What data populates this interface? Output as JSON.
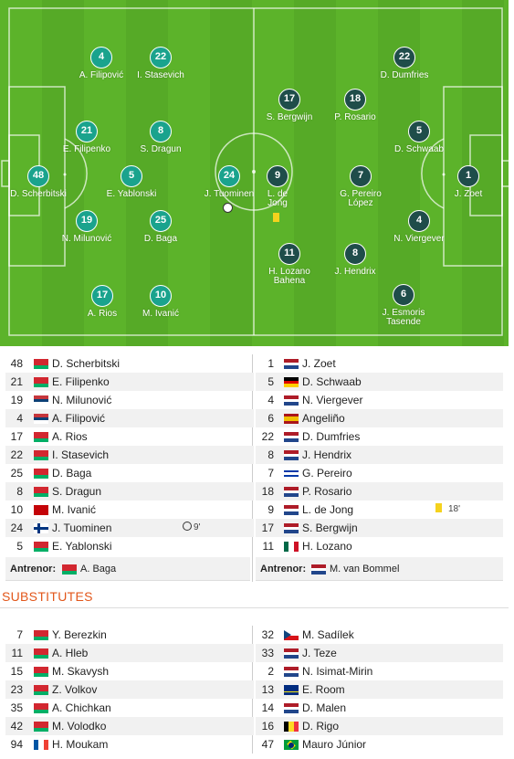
{
  "pitch": {
    "home_players": [
      {
        "number": "48",
        "name": "D. Scherbitski"
      },
      {
        "number": "21",
        "name": "E. Filipenko"
      },
      {
        "number": "19",
        "name": "N. Milunović"
      },
      {
        "number": "4",
        "name": "A. Filipović"
      },
      {
        "number": "5",
        "name": "E. Yablonski"
      },
      {
        "number": "8",
        "name": "S. Dragun"
      },
      {
        "number": "25",
        "name": "D. Baga"
      },
      {
        "number": "22",
        "name": "I. Stasevich"
      },
      {
        "number": "17",
        "name": "A. Rios"
      },
      {
        "number": "10",
        "name": "M. Ivanić"
      },
      {
        "number": "24",
        "name": "J. Tuominen"
      }
    ],
    "away_players": [
      {
        "number": "9",
        "name": "L. de Jong"
      },
      {
        "number": "17",
        "name": "S. Bergwijn"
      },
      {
        "number": "11",
        "name": "H. Lozano Bahena"
      },
      {
        "number": "18",
        "name": "P. Rosario"
      },
      {
        "number": "7",
        "name": "G. Pereiro López"
      },
      {
        "number": "8",
        "name": "J. Hendrix"
      },
      {
        "number": "22",
        "name": "D. Dumfries"
      },
      {
        "number": "5",
        "name": "D. Schwaab"
      },
      {
        "number": "4",
        "name": "N. Viergever"
      },
      {
        "number": "6",
        "name": "J. Esmoris Tasende"
      },
      {
        "number": "1",
        "name": "J. Zoet"
      }
    ]
  },
  "lineups": {
    "home": [
      {
        "number": "48",
        "name": "D. Scherbitski",
        "flag": "flag-belarus"
      },
      {
        "number": "21",
        "name": "E. Filipenko",
        "flag": "flag-belarus"
      },
      {
        "number": "19",
        "name": "N. Milunović",
        "flag": "flag-serbia"
      },
      {
        "number": "4",
        "name": "A. Filipović",
        "flag": "flag-serbia"
      },
      {
        "number": "17",
        "name": "A. Rios",
        "flag": "flag-belarus"
      },
      {
        "number": "22",
        "name": "I. Stasevich",
        "flag": "flag-belarus"
      },
      {
        "number": "25",
        "name": "D. Baga",
        "flag": "flag-belarus"
      },
      {
        "number": "8",
        "name": "S. Dragun",
        "flag": "flag-belarus"
      },
      {
        "number": "10",
        "name": "M. Ivanić",
        "flag": "flag-montenegro"
      },
      {
        "number": "24",
        "name": "J. Tuominen",
        "flag": "flag-finland",
        "event": {
          "type": "goal",
          "icon": "ball-icon",
          "minute": "9'"
        }
      },
      {
        "number": "5",
        "name": "E. Yablonski",
        "flag": "flag-belarus"
      }
    ],
    "away": [
      {
        "number": "1",
        "name": "J. Zoet",
        "flag": "flag-netherlands"
      },
      {
        "number": "5",
        "name": "D. Schwaab",
        "flag": "flag-germany"
      },
      {
        "number": "4",
        "name": "N. Viergever",
        "flag": "flag-netherlands"
      },
      {
        "number": "6",
        "name": "Angeliño",
        "flag": "flag-spain"
      },
      {
        "number": "22",
        "name": "D. Dumfries",
        "flag": "flag-netherlands"
      },
      {
        "number": "8",
        "name": "J. Hendrix",
        "flag": "flag-netherlands"
      },
      {
        "number": "7",
        "name": "G. Pereiro",
        "flag": "flag-uruguay"
      },
      {
        "number": "18",
        "name": "P. Rosario",
        "flag": "flag-netherlands"
      },
      {
        "number": "9",
        "name": "L. de Jong",
        "flag": "flag-netherlands",
        "event": {
          "type": "yellow-card",
          "icon": "yellow-card-icon",
          "minute": "18'"
        }
      },
      {
        "number": "17",
        "name": "S. Bergwijn",
        "flag": "flag-netherlands"
      },
      {
        "number": "11",
        "name": "H. Lozano",
        "flag": "flag-mexico"
      }
    ],
    "coach_label": "Antrenor:",
    "home_coach": {
      "name": "A. Baga",
      "flag": "flag-belarus"
    },
    "away_coach": {
      "name": "M. van Bommel",
      "flag": "flag-netherlands"
    }
  },
  "substitutes": {
    "title": "SUBSTITUTES",
    "home": [
      {
        "number": "7",
        "name": "Y. Berezkin",
        "flag": "flag-belarus"
      },
      {
        "number": "11",
        "name": "A. Hleb",
        "flag": "flag-belarus"
      },
      {
        "number": "15",
        "name": "M. Skavysh",
        "flag": "flag-belarus"
      },
      {
        "number": "23",
        "name": "Z. Volkov",
        "flag": "flag-belarus"
      },
      {
        "number": "35",
        "name": "A. Chichkan",
        "flag": "flag-belarus"
      },
      {
        "number": "42",
        "name": "M. Volodko",
        "flag": "flag-belarus"
      },
      {
        "number": "94",
        "name": "H. Moukam",
        "flag": "flag-france"
      }
    ],
    "away": [
      {
        "number": "32",
        "name": "M. Sadílek",
        "flag": "flag-czech"
      },
      {
        "number": "33",
        "name": "J. Teze",
        "flag": "flag-netherlands"
      },
      {
        "number": "2",
        "name": "N. Isimat-Mirin",
        "flag": "flag-netherlands"
      },
      {
        "number": "13",
        "name": "E. Room",
        "flag": "flag-curacao"
      },
      {
        "number": "14",
        "name": "D. Malen",
        "flag": "flag-netherlands"
      },
      {
        "number": "16",
        "name": "D. Rigo",
        "flag": "flag-belgium"
      },
      {
        "number": "47",
        "name": "Mauro Júnior",
        "flag": "flag-brazil"
      }
    ]
  },
  "colors": {
    "pitch": "#5cb32a",
    "home_marker": "#1aa38d",
    "away_marker": "#1f4d4a",
    "accent": "#e2571b",
    "yellow_card": "#f5d21d"
  }
}
